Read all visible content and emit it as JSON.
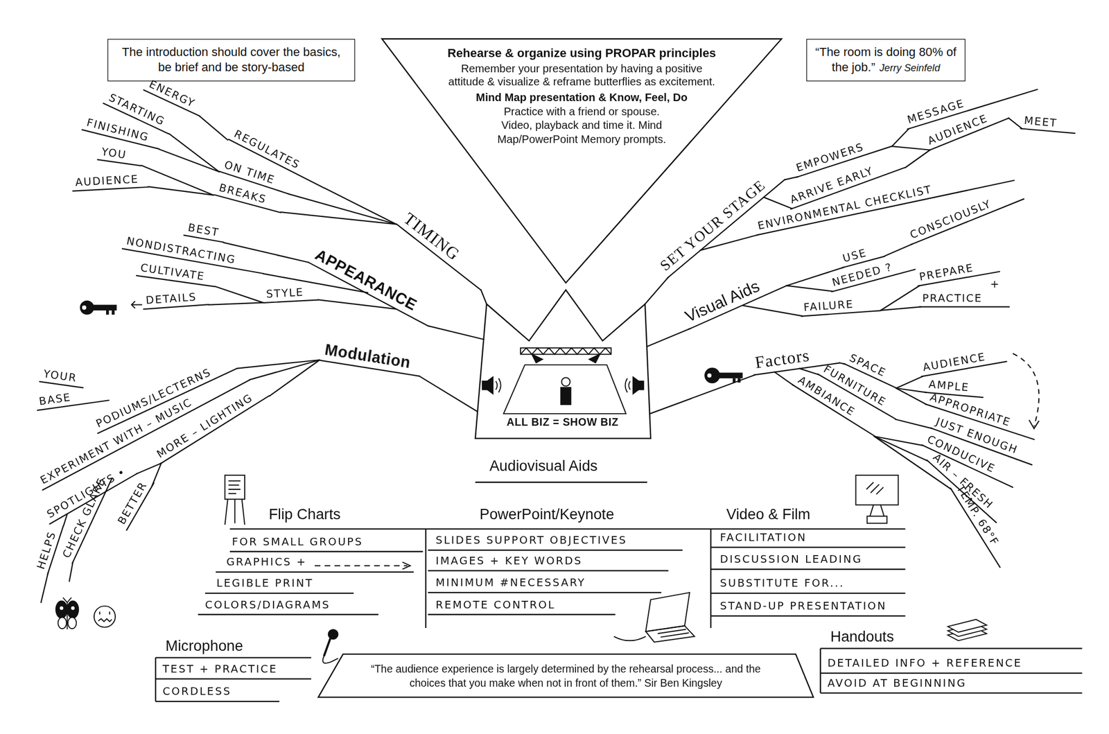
{
  "diagram": {
    "nodes": [
      {
        "text": [
          "The introduction should cover the basics, be brief and be story-based"
        ]
      },
      {
        "text": [
          "Rehearse & organize using PROPAR principles",
          "Remember your presentation by having a positive attitude & visualize & reframe butterflies as excitement.",
          "Mind Map presentation & Know, Feel, Do",
          "Practice with a friend or spouse. Video, playback and time it. Mind Map/PowerPoint Memory prompts."
        ]
      },
      {
        "text": [
          "“The room is doing 80% of the job.”",
          "Jerry Seinfeld"
        ]
      },
      {
        "text": [
          "ALL BIZ = SHOW BIZ"
        ]
      },
      {
        "text": [
          "“The audience experience is largely determined by the rehearsal process... and the choices that you make when not in front of them.” Sir Ben Kingsley"
        ]
      }
    ],
    "labels": [
      "ENERGY",
      "STARTING",
      "FINISHING",
      "REGULATES",
      "YOU",
      "ON TIME",
      "AUDIENCE",
      "BREAKS",
      "TIMING",
      "BEST",
      "NONDISTRACTING",
      "APPEARANCE",
      "CULTIVATE",
      "DETAILS",
      "STYLE",
      "Modulation",
      "YOUR",
      "BASE",
      "PODIUMS/LECTERNS",
      "EXPERIMENT WITH – MUSIC",
      "SPOTLIGHTS •",
      "MORE – LIGHTING",
      "HELPS",
      "CHECK GLARE",
      "BETTER",
      "SET YOUR STAGE",
      "EMPOWERS",
      "MESSAGE",
      "AUDIENCE",
      "MEET",
      "ARRIVE EARLY",
      "ENVIRONMENTAL CHECKLIST",
      "Visual Aids",
      "USE",
      "CONSCIOUSLY",
      "NEEDED ?",
      "FAILURE",
      "PREPARE",
      "+",
      "PRACTICE",
      "Factors",
      "SPACE",
      "AUDIENCE",
      "AMPLE",
      "APPROPRIATE",
      "FURNITURE",
      "JUST ENOUGH",
      "AMBIANCE",
      "CONDUCIVE",
      "AIR – FRESH",
      "TEMP. 68°F",
      "Audiovisual Aids",
      "Flip Charts",
      "FOR SMALL GROUPS",
      "GRAPHICS +",
      "LEGIBLE PRINT",
      "COLORS/DIAGRAMS",
      "PowerPoint/Keynote",
      "SLIDES SUPPORT OBJECTIVES",
      "IMAGES + KEY WORDS",
      "MINIMUM #NECESSARY",
      "REMOTE CONTROL",
      "Video & Film",
      "FACILITATION",
      "DISCUSSION LEADING",
      "SUBSTITUTE FOR...",
      "STAND-UP PRESENTATION",
      "Microphone",
      "TEST + PRACTICE",
      "CORDLESS",
      "Handouts",
      "DETAILED INFO + REFERENCE",
      "AVOID AT BEGINNING"
    ]
  }
}
